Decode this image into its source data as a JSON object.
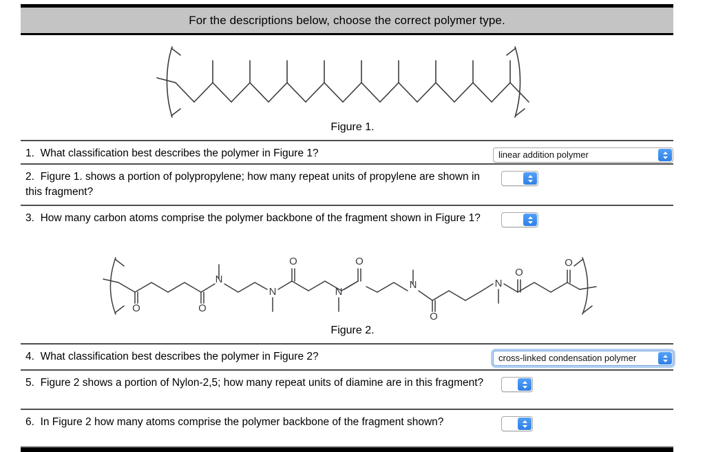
{
  "header": {
    "title": "For the descriptions below, choose the correct polymer type."
  },
  "figures": [
    {
      "id": "figure-1",
      "caption": "Figure 1.",
      "description": "Zigzag hydrocarbon backbone with methyl branches on alternating carbons, enclosed in polymer repeat-unit brackets (polypropylene fragment)."
    },
    {
      "id": "figure-2",
      "caption": "Figure 2.",
      "description": "Nylon-2,5 fragment: alternating glutaryl diacid units and N,N'-dimethylethylenediamine units with carbonyl oxygens, enclosed in polymer repeat-unit brackets."
    }
  ],
  "questions": [
    {
      "number": "1.",
      "text": "What classification best describes the polymer in Figure 1?",
      "control": {
        "kind": "select",
        "size": "wide",
        "value": "linear addition polymer",
        "focused": false
      }
    },
    {
      "number": "2.",
      "text": "Figure 1. shows a portion of polypropylene; how many repeat units of propylene are shown in this fragment?",
      "control": {
        "kind": "select",
        "size": "small",
        "value": "",
        "focused": false
      }
    },
    {
      "number": "3.",
      "text": "How many carbon atoms comprise the polymer backbone of the fragment shown in Figure 1?",
      "control": {
        "kind": "select",
        "size": "small",
        "value": "",
        "focused": false
      }
    },
    {
      "number": "4.",
      "text": "What classification best describes the polymer in Figure 2?",
      "control": {
        "kind": "select",
        "size": "wide",
        "value": "cross-linked condensation polymer",
        "focused": true
      }
    },
    {
      "number": "5.",
      "text": "Figure 2 shows a portion of Nylon-2,5; how many repeat units of diamine are in this fragment?",
      "control": {
        "kind": "select",
        "size": "small2",
        "value": "",
        "focused": false
      }
    },
    {
      "number": "6.",
      "text": "In Figure 2 how many atoms comprise the polymer backbone of the fragment shown?",
      "control": {
        "kind": "select",
        "size": "small2",
        "value": "",
        "focused": false
      }
    }
  ],
  "atom_labels": {
    "nitrogen": "N",
    "oxygen": "O"
  },
  "colors": {
    "banner_background": "#c4c4c4",
    "rule": "#000000",
    "row_divider": "#4d4d4d",
    "select_button": "#2f7fe8",
    "focus_ring": "#7aa7e0",
    "bond_stroke": "#3b3b41"
  }
}
